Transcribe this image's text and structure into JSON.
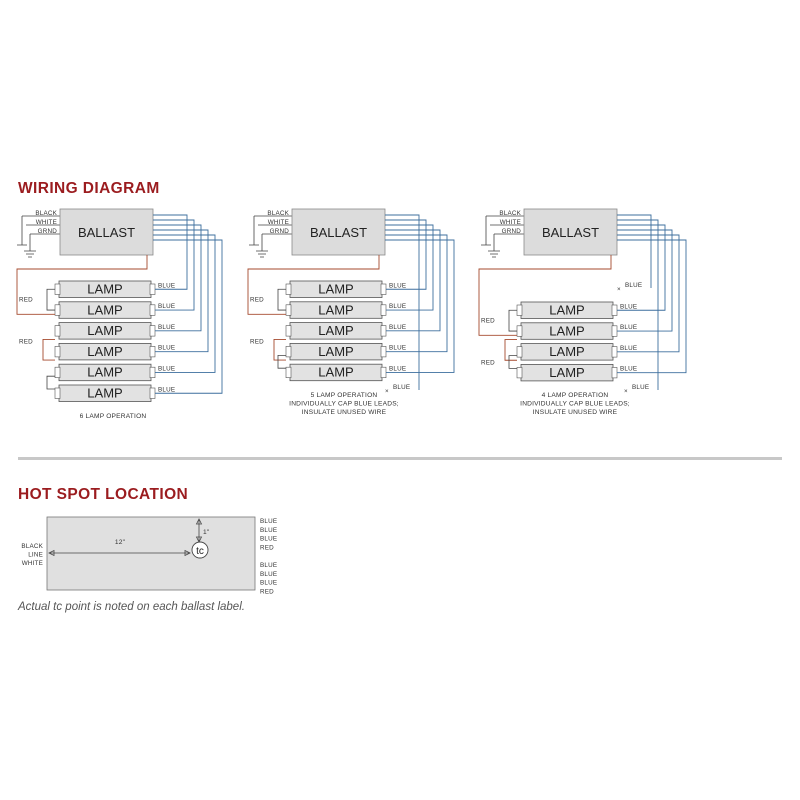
{
  "sections": {
    "wiring_title": "WIRING DIAGRAM",
    "hotspot_title": "HOT SPOT LOCATION"
  },
  "labels": {
    "ballast": "BALLAST",
    "lamp": "LAMP",
    "black": "BLACK",
    "white": "WHITE",
    "grnd": "GRND",
    "blue": "BLUE",
    "red": "RED",
    "line": "LINE",
    "unused_mark": "×"
  },
  "wiring_diagrams": [
    {
      "caption": [
        "6 LAMP OPERATION"
      ],
      "lamp_count": 6
    },
    {
      "caption": [
        "5 LAMP OPERATION",
        "INDIVIDUALLY CAP BLUE LEADS;",
        "INSULATE UNUSED WIRE"
      ],
      "lamp_count": 5
    },
    {
      "caption": [
        "4 LAMP OPERATION",
        "INDIVIDUALLY CAP BLUE LEADS;",
        "INSULATE UNUSED WIRE"
      ],
      "lamp_count": 4
    }
  ],
  "hotspot": {
    "left_labels": [
      "BLACK",
      "LINE",
      "WHITE"
    ],
    "right_labels_top": [
      "BLUE",
      "BLUE",
      "BLUE",
      "RED"
    ],
    "right_labels_bottom": [
      "BLUE",
      "BLUE",
      "BLUE",
      "RED"
    ],
    "horizontal_dimension": "12\"",
    "vertical_dimension": "1\"",
    "tc_label": "tc",
    "note": "Actual tc point is noted on each ballast label."
  },
  "colors": {
    "title_red": "#9b1c1f",
    "wire_blue": "#3d6f9e",
    "wire_red": "#a54a2e",
    "divider": "#c8c8c8"
  }
}
